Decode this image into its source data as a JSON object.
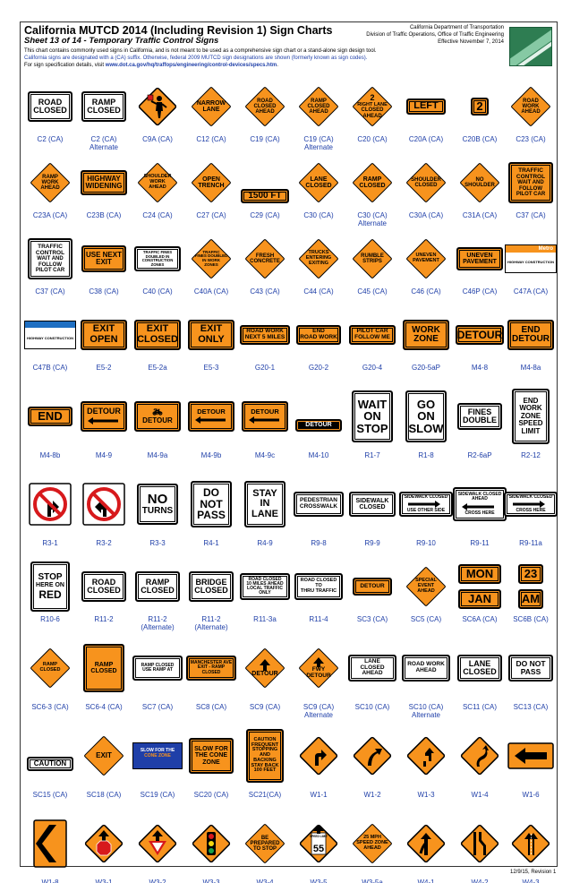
{
  "header": {
    "title": "California MUTCD 2014 (Including Revision 1) Sign Charts",
    "subtitle": "Sheet 13 of 14 - Temporary Traffic Control Signs",
    "desc_line1": "This chart contains commonly used signs in California, and is not meant to be used as a comprehensive sign chart or a stand-alone sign design tool.",
    "desc_line2": "California signs are designated with a (CA) suffix. Otherwise, federal 2009 MUTCD sign designations are shown (formerly known as sign codes).",
    "desc_line3_prefix": "For sign specification details, visit ",
    "desc_url": "www.dot.ca.gov/hq/traffops/engineering/control-devices/specs.htm",
    "desc_line3_suffix": ".",
    "org_line1": "California Department of Transportation",
    "org_line2": "Division of Traffic Operations, Office of Traffic Engineering",
    "org_line3": "Effective November 7, 2014"
  },
  "rows": [
    {
      "cells": [
        {
          "code": "C2 (CA)",
          "alt": "",
          "sign": "ROAD CLOSED"
        },
        {
          "code": "C2 (CA)",
          "alt": "Alternate",
          "sign": "RAMP CLOSED"
        },
        {
          "code": "C9A (CA)",
          "alt": "",
          "sign": "flagger"
        },
        {
          "code": "C12 (CA)",
          "alt": "",
          "sign": "NARROW LANE"
        },
        {
          "code": "C19 (CA)",
          "alt": "",
          "sign": "ROAD CLOSED AHEAD"
        },
        {
          "code": "C19 (CA)",
          "alt": "Alternate",
          "sign": "RAMP CLOSED AHEAD"
        },
        {
          "code": "C20 (CA)",
          "alt": "",
          "sign": "2 RIGHT LANE CLOSED AHEAD"
        },
        {
          "code": "C20A (CA)",
          "alt": "",
          "sign": "LEFT"
        },
        {
          "code": "C20B (CA)",
          "alt": "",
          "sign": "2"
        },
        {
          "code": "C23 (CA)",
          "alt": "",
          "sign": "ROAD WORK AHEAD"
        }
      ]
    },
    {
      "cells": [
        {
          "code": "C23A (CA)",
          "alt": "",
          "sign": "RAMP WORK AHEAD"
        },
        {
          "code": "C23B (CA)",
          "alt": "",
          "sign": "HIGHWAY WIDENING"
        },
        {
          "code": "C24 (CA)",
          "alt": "",
          "sign": "SHOULDER WORK AHEAD"
        },
        {
          "code": "C27 (CA)",
          "alt": "",
          "sign": "OPEN TRENCH"
        },
        {
          "code": "C29 (CA)",
          "alt": "",
          "sign": "1500 FT"
        },
        {
          "code": "C30 (CA)",
          "alt": "",
          "sign": "LANE CLOSED"
        },
        {
          "code": "C30 (CA)",
          "alt": "Alternate",
          "sign": "RAMP CLOSED"
        },
        {
          "code": "C30A (CA)",
          "alt": "",
          "sign": "SHOULDER CLOSED"
        },
        {
          "code": "C31A (CA)",
          "alt": "",
          "sign": "NO SHOULDER"
        },
        {
          "code": "C37 (CA)",
          "alt": "",
          "sign": "TRAFFIC CONTROL WAIT AND FOLLOW PILOT CAR"
        }
      ]
    },
    {
      "cells": [
        {
          "code": "C37 (CA)",
          "alt": "",
          "sign": "TRAFFIC CONTROL WAIT AND FOLLOW PILOT CAR"
        },
        {
          "code": "C38 (CA)",
          "alt": "",
          "sign": "USE NEXT EXIT"
        },
        {
          "code": "C40 (CA)",
          "alt": "",
          "sign": "TRAFFIC FINES DOUBLED IN CONSTRUCTION ZONES"
        },
        {
          "code": "C40A (CA)",
          "alt": "",
          "sign": "TRAFFIC FINES DOUBLED IN WORK ZONES"
        },
        {
          "code": "C43 (CA)",
          "alt": "",
          "sign": "FRESH CONCRETE"
        },
        {
          "code": "C44 (CA)",
          "alt": "",
          "sign": "TRUCKS ENTERING EXITING"
        },
        {
          "code": "C45 (CA)",
          "alt": "",
          "sign": "RUMBLE STRIPS"
        },
        {
          "code": "C46 (CA)",
          "alt": "",
          "sign": "UNEVEN PAVEMENT"
        },
        {
          "code": "C46P (CA)",
          "alt": "",
          "sign": "UNEVEN PAVEMENT"
        },
        {
          "code": "C47A (CA)",
          "alt": "",
          "sign": "Metro"
        }
      ]
    },
    {
      "cells": [
        {
          "code": "C47B (CA)",
          "alt": "",
          "sign": "project"
        },
        {
          "code": "E5-2",
          "alt": "",
          "sign": "EXIT OPEN"
        },
        {
          "code": "E5-2a",
          "alt": "",
          "sign": "EXIT CLOSED"
        },
        {
          "code": "E5-3",
          "alt": "",
          "sign": "EXIT ONLY"
        },
        {
          "code": "G20-1",
          "alt": "",
          "sign": "ROAD WORK NEXT 5 MILES"
        },
        {
          "code": "G20-2",
          "alt": "",
          "sign": "END ROAD WORK"
        },
        {
          "code": "G20-4",
          "alt": "",
          "sign": "PILOT CAR FOLLOW ME"
        },
        {
          "code": "G20-5aP",
          "alt": "",
          "sign": "WORK ZONE"
        },
        {
          "code": "M4-8",
          "alt": "",
          "sign": "DETOUR"
        },
        {
          "code": "M4-8a",
          "alt": "",
          "sign": "END DETOUR"
        }
      ]
    },
    {
      "cells": [
        {
          "code": "M4-8b",
          "alt": "",
          "sign": "END"
        },
        {
          "code": "M4-9",
          "alt": "",
          "sign": "DETOUR"
        },
        {
          "code": "M4-9a",
          "alt": "",
          "sign": "DETOUR"
        },
        {
          "code": "M4-9b",
          "alt": "",
          "sign": "DETOUR"
        },
        {
          "code": "M4-9c",
          "alt": "",
          "sign": "DETOUR"
        },
        {
          "code": "M4-10",
          "alt": "",
          "sign": "DETOUR"
        },
        {
          "code": "R1-7",
          "alt": "",
          "sign": "WAIT ON STOP"
        },
        {
          "code": "R1-8",
          "alt": "",
          "sign": "GO ON SLOW"
        },
        {
          "code": "R2-6aP",
          "alt": "",
          "sign": "FINES DOUBLE"
        },
        {
          "code": "R2-12",
          "alt": "",
          "sign": "END WORK ZONE SPEED LIMIT"
        }
      ]
    },
    {
      "cells": [
        {
          "code": "R3-1",
          "alt": "",
          "sign": "no-right"
        },
        {
          "code": "R3-2",
          "alt": "",
          "sign": "no-left"
        },
        {
          "code": "R3-3",
          "alt": "",
          "sign": "NO TURNS"
        },
        {
          "code": "R4-1",
          "alt": "",
          "sign": "DO NOT PASS"
        },
        {
          "code": "R4-9",
          "alt": "",
          "sign": "STAY IN LANE"
        },
        {
          "code": "R9-8",
          "alt": "",
          "sign": "PEDESTRIAN CROSSWALK"
        },
        {
          "code": "R9-9",
          "alt": "",
          "sign": "SIDEWALK CLOSED"
        },
        {
          "code": "R9-10",
          "alt": "",
          "sign": "SIDEWALK CLOSED USE OTHER SIDE"
        },
        {
          "code": "R9-11",
          "alt": "",
          "sign": "SIDEWALK CLOSED AHEAD CROSS HERE"
        },
        {
          "code": "R9-11a",
          "alt": "",
          "sign": "SIDEWALK CLOSED CROSS HERE"
        }
      ]
    },
    {
      "cells": [
        {
          "code": "R10-6",
          "alt": "",
          "sign": "STOP HERE ON RED"
        },
        {
          "code": "R11-2",
          "alt": "",
          "sign": "ROAD CLOSED"
        },
        {
          "code": "R11-2",
          "alt": "(Alternate)",
          "sign": "RAMP CLOSED"
        },
        {
          "code": "R11-2",
          "alt": "(Alternate)",
          "sign": "BRIDGE CLOSED"
        },
        {
          "code": "R11-3a",
          "alt": "",
          "sign": "ROAD CLOSED 10 MILES AHEAD LOCAL TRAFFIC ONLY"
        },
        {
          "code": "R11-4",
          "alt": "",
          "sign": "ROAD CLOSED TO THRU TRAFFIC"
        },
        {
          "code": "SC3 (CA)",
          "alt": "",
          "sign": "DETOUR"
        },
        {
          "code": "SC5 (CA)",
          "alt": "",
          "sign": "SPECIAL EVENT AHEAD"
        },
        {
          "code": "SC6A (CA)",
          "alt": "",
          "sign": "MON JAN"
        },
        {
          "code": "SC6B (CA)",
          "alt": "",
          "sign": "23 AM"
        }
      ]
    },
    {
      "cells": [
        {
          "code": "SC6-3 (CA)",
          "alt": "",
          "sign": "RAMP CLOSED"
        },
        {
          "code": "SC6-4 (CA)",
          "alt": "",
          "sign": "RAMP CLOSED"
        },
        {
          "code": "SC7 (CA)",
          "alt": "",
          "sign": "RAMP CLOSED USE RAMP AT"
        },
        {
          "code": "SC8 (CA)",
          "alt": "",
          "sign": "MANCHESTER AVE EXIT - RAMP CLOSED"
        },
        {
          "code": "SC9 (CA)",
          "alt": "",
          "sign": "DETOUR"
        },
        {
          "code": "SC9 (CA)",
          "alt": "Alternate",
          "sign": "FWY DETOUR"
        },
        {
          "code": "SC10 (CA)",
          "alt": "",
          "sign": "LANE CLOSED AHEAD"
        },
        {
          "code": "SC10 (CA)",
          "alt": "Alternate",
          "sign": "ROAD WORK AHEAD"
        },
        {
          "code": "SC11 (CA)",
          "alt": "",
          "sign": "LANE CLOSED"
        },
        {
          "code": "SC13 (CA)",
          "alt": "",
          "sign": "DO NOT PASS"
        }
      ]
    },
    {
      "cells": [
        {
          "code": "SC15 (CA)",
          "alt": "",
          "sign": "CAUTION"
        },
        {
          "code": "SC18 (CA)",
          "alt": "",
          "sign": "EXIT"
        },
        {
          "code": "SC19 (CA)",
          "alt": "",
          "sign": "SLOW FOR THE CONE ZONE"
        },
        {
          "code": "SC20 (CA)",
          "alt": "",
          "sign": "SLOW FOR THE CONE ZONE"
        },
        {
          "code": "SC21(CA)",
          "alt": "",
          "sign": "CAUTION FREQUENT STOPPING AND BACKING STAY BACK 100 FEET"
        },
        {
          "code": "W1-1",
          "alt": "",
          "sign": "turn"
        },
        {
          "code": "W1-2",
          "alt": "",
          "sign": "curve"
        },
        {
          "code": "W1-3",
          "alt": "",
          "sign": "reverse-turn"
        },
        {
          "code": "W1-4",
          "alt": "",
          "sign": "reverse-curve"
        },
        {
          "code": "W1-6",
          "alt": "",
          "sign": "large-arrow"
        }
      ]
    },
    {
      "cells": [
        {
          "code": "W1-8",
          "alt": "",
          "sign": "chevron"
        },
        {
          "code": "W3-1",
          "alt": "",
          "sign": "stop-ahead"
        },
        {
          "code": "W3-2",
          "alt": "",
          "sign": "yield-ahead"
        },
        {
          "code": "W3-3",
          "alt": "",
          "sign": "signal-ahead"
        },
        {
          "code": "W3-4",
          "alt": "",
          "sign": "BE PREPARED TO STOP"
        },
        {
          "code": "W3-5",
          "alt": "",
          "sign": "SPEED LIMIT 55"
        },
        {
          "code": "W3-5a",
          "alt": "",
          "sign": "25 MPH SPEED ZONE AHEAD"
        },
        {
          "code": "W4-1",
          "alt": "",
          "sign": "merge"
        },
        {
          "code": "W4-2",
          "alt": "",
          "sign": "lane-ends"
        },
        {
          "code": "W4-3",
          "alt": "",
          "sign": "added-lane"
        }
      ]
    }
  ],
  "signs": {
    "c2": [
      "ROAD",
      "CLOSED"
    ],
    "c2a": [
      "RAMP",
      "CLOSED"
    ],
    "c12": [
      "NARROW",
      "LANE"
    ],
    "c19": [
      "ROAD",
      "CLOSED",
      "AHEAD"
    ],
    "c19a": [
      "RAMP",
      "CLOSED",
      "AHEAD"
    ],
    "c20": [
      "2",
      "RIGHT LANE",
      "CLOSED",
      "AHEAD"
    ],
    "c20a": "LEFT",
    "c20b": "2",
    "c23": [
      "ROAD",
      "WORK",
      "AHEAD"
    ],
    "c23a": [
      "RAMP",
      "WORK",
      "AHEAD"
    ],
    "c23b": [
      "HIGHWAY",
      "WIDENING"
    ],
    "c24": [
      "SHOULDER",
      "WORK",
      "AHEAD"
    ],
    "c27": [
      "OPEN",
      "TRENCH"
    ],
    "c29": "1500 FT",
    "c30": [
      "LANE",
      "CLOSED"
    ],
    "c30a": [
      "RAMP",
      "CLOSED"
    ],
    "c30sh": [
      "SHOULDER",
      "CLOSED"
    ],
    "c31a": [
      "NO",
      "SHOULDER"
    ],
    "c37": [
      "TRAFFIC",
      "CONTROL",
      "WAIT AND",
      "FOLLOW",
      "PILOT CAR"
    ],
    "c38": [
      "USE NEXT",
      "EXIT"
    ],
    "c40": [
      "TRAFFIC FINES",
      "DOUBLED IN",
      "CONSTRUCTION ZONES"
    ],
    "c40a": [
      "TRAFFIC",
      "FINES DOUBLED",
      "IN WORK",
      "ZONES"
    ],
    "c43": [
      "FRESH",
      "CONCRETE"
    ],
    "c44": [
      "TRUCKS",
      "ENTERING",
      "EXITING"
    ],
    "c45": [
      "RUMBLE",
      "STRIPS"
    ],
    "c46": [
      "UNEVEN",
      "PAVEMENT"
    ],
    "c46p": [
      "UNEVEN",
      "PAVEMENT"
    ],
    "c47a": {
      "brand": "Metro",
      "line1": "HIGHWAY CONSTRUCTION"
    },
    "c47b": {
      "line1": "HIGHWAY CONSTRUCTION"
    },
    "e52": [
      "EXIT",
      "OPEN"
    ],
    "e52a": [
      "EXIT",
      "CLOSED"
    ],
    "e53": [
      "EXIT",
      "ONLY"
    ],
    "g201": [
      "ROAD WORK",
      "NEXT 5 MILES"
    ],
    "g202": [
      "END",
      "ROAD WORK"
    ],
    "g204": [
      "PILOT CAR",
      "FOLLOW ME"
    ],
    "g205": [
      "WORK",
      "ZONE"
    ],
    "m48": "DETOUR",
    "m48a": [
      "END",
      "DETOUR"
    ],
    "m48b": "END",
    "m49": "DETOUR",
    "m410": "DETOUR",
    "r17": [
      "WAIT",
      "ON",
      "STOP"
    ],
    "r18": [
      "GO",
      "ON",
      "SLOW"
    ],
    "r26": [
      "FINES",
      "DOUBLE"
    ],
    "r212": [
      "END",
      "WORK",
      "ZONE",
      "SPEED",
      "LIMIT"
    ],
    "r33": [
      "NO",
      "TURNS"
    ],
    "r41": [
      "DO",
      "NOT",
      "PASS"
    ],
    "r49": [
      "STAY",
      "IN",
      "LANE"
    ],
    "r98": [
      "PEDESTRIAN",
      "CROSSWALK"
    ],
    "r99": [
      "SIDEWALK",
      "CLOSED"
    ],
    "r910": [
      "SIDEWALK CLOSED",
      "USE OTHER SIDE"
    ],
    "r911": [
      "SIDEWALK CLOSED",
      "AHEAD",
      "CROSS HERE"
    ],
    "r911a": [
      "SIDEWALK CLOSED",
      "CROSS HERE"
    ],
    "r106": [
      "STOP",
      "HERE ON",
      "RED"
    ],
    "r112": [
      "ROAD",
      "CLOSED"
    ],
    "r112a": [
      "RAMP",
      "CLOSED"
    ],
    "r112b": [
      "BRIDGE",
      "CLOSED"
    ],
    "r113a": [
      "ROAD CLOSED",
      "10 MILES AHEAD",
      "LOCAL TRAFFIC ONLY"
    ],
    "r114": [
      "ROAD CLOSED",
      "TO",
      "THRU TRAFFIC"
    ],
    "sc3": "DETOUR",
    "sc5": [
      "SPECIAL",
      "EVENT",
      "AHEAD"
    ],
    "sc6a": [
      "MON",
      "JAN"
    ],
    "sc6b": [
      "23",
      "AM"
    ],
    "sc63": [
      "RAMP",
      "CLOSED"
    ],
    "sc64": [
      "RAMP",
      "CLOSED"
    ],
    "sc7": [
      "RAMP CLOSED",
      "USE RAMP AT"
    ],
    "sc8": [
      "MANCHESTER AVE",
      "EXIT - RAMP",
      "CLOSED"
    ],
    "sc9": "DETOUR",
    "sc9a": [
      "FWY",
      "DETOUR"
    ],
    "sc10": [
      "LANE CLOSED",
      "AHEAD"
    ],
    "sc10a": [
      "ROAD WORK",
      "AHEAD"
    ],
    "sc11": [
      "LANE",
      "CLOSED"
    ],
    "sc13": [
      "DO NOT",
      "PASS"
    ],
    "sc15": "CAUTION",
    "sc18": "EXIT",
    "sc19": [
      "SLOW FOR THE",
      "CONE ZONE"
    ],
    "sc20": [
      "SLOW FOR",
      "THE CONE",
      "ZONE"
    ],
    "sc21": [
      "CAUTION",
      "FREQUENT",
      "STOPPING",
      "AND",
      "BACKING",
      "STAY BACK",
      "100 FEET"
    ],
    "w34": [
      "BE",
      "PREPARED",
      "TO STOP"
    ],
    "w35": {
      "top": "SPEED LIMIT",
      "num": "55"
    },
    "w35a": [
      "25 MPH",
      "SPEED ZONE",
      "AHEAD"
    ]
  },
  "footer": "12/9/15, Revision 1",
  "colors": {
    "orange": "#f7931d",
    "yellow": "#f6d60f",
    "caption": "#1f3fa8",
    "red": "#d7191c",
    "green": "#2e7d52"
  }
}
